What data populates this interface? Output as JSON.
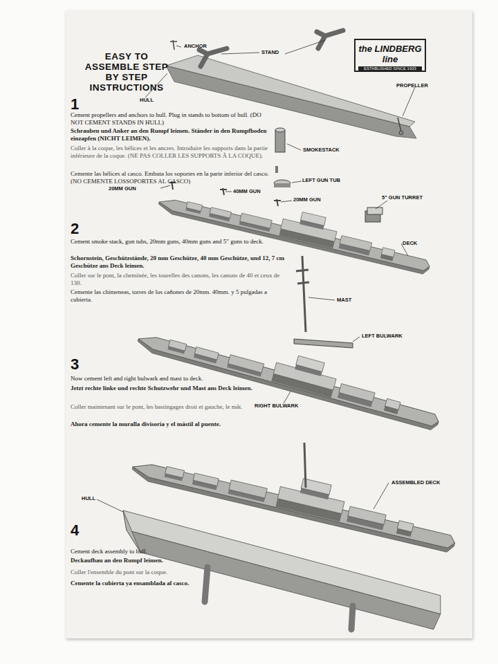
{
  "diagram": {
    "title": "EASY TO ASSEMBLE STEP BY STEP INSTRUCTIONS",
    "nodes": [
      {
        "text": [
          "the LINDBERG line",
          "ESTABLISHED SINCE 1933"
        ]
      }
    ],
    "labels": [
      "ANCHOR",
      "STAND",
      "HULL",
      "PROPELLER",
      "1",
      "Cement propellers and anchors to hull. Plug in stands to bottom of hull. (DO NOT CEMENT STANDS IN HULL)",
      "Schrauben und Anker an den Rumpf leimen. Ständer in den Rumpfboden einzapfen (NICHT LEIMEN).",
      "Coller à la coque, les hélices et les ancres. Introduire les supports dans la partie inférieure de la coque. (NE PAS COLLER LES SUPPORTS À LA COQUE).",
      "Cemente las hélices al casco. Embuta los soportes en la parte inferior del casco. (NO CEMENTE LOSSOPORTES AL CASCO)",
      "SMOKESTACK",
      "LEFT GUN TUB",
      "20MM GUN",
      "40MM GUN",
      "20MM GUN",
      "5\" GUN TURRET",
      "2",
      "Cement smoke stack, gun tubs, 20mm guns, 40mm guns and 5\" guns to deck.",
      "Schornstein, Geschützstände, 20 mm Geschütze, 40 mm Geschütze, und 12, 7 cm Geschütze ans Deck leimen.",
      "Coller sur le pont, la cheminée, les tourelles des canons, les canons de 40 et ceux de 130.",
      "Cemente las chimeneas, torres de los cañones de 20mm. 40mm. y 5 pulgadas a cubierta.",
      "DECK",
      "MAST",
      "LEFT BULWARK",
      "3",
      "Now cement left and right bulwark and mast to deck.",
      "Jetzt rechte linke und rechte Schutzwehr und Mast ans Deck leimen.",
      "Coller maintenant sur le pont, les bastingages droit et gauche, le mât.",
      "Ahora cemente la muralla divisoria y el mástil al puente.",
      "RIGHT BULWARK",
      "HULL",
      "ASSEMBLED DECK",
      "4",
      "Cement deck assembly to hull.",
      "Deckaufbau an den Rumpf leimen.",
      "Coller l'ensemble du pont sur la coque.",
      "Cemente la cubierta ya ensamblada al casco."
    ]
  }
}
